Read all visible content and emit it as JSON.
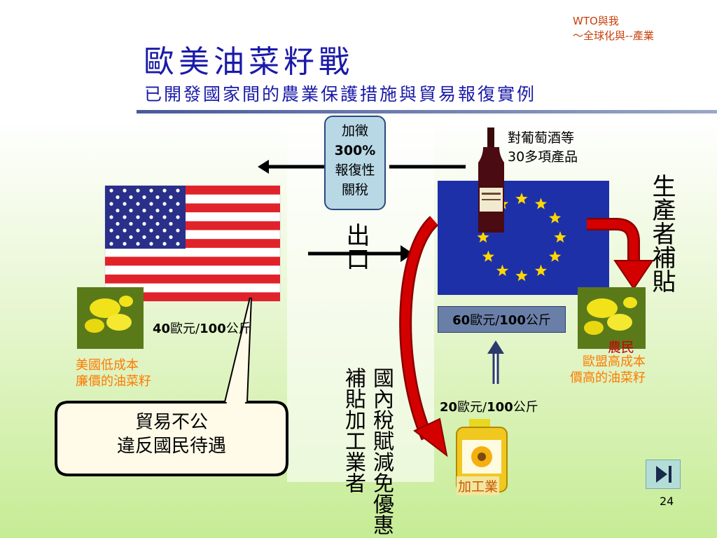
{
  "header": {
    "corner_line1": "WTO與我",
    "corner_line2": "～全球化與--產業",
    "title": "歐美油菜籽戰",
    "subtitle": "已開發國家間的農業保護措施與貿易報復實例"
  },
  "retaliation": {
    "line1": "加徵",
    "line2": "300%",
    "line3": "報復性",
    "line4": "關稅"
  },
  "wine_target": {
    "line1": "對葡萄酒等",
    "line2": "30多項產品"
  },
  "labels": {
    "export": "出口",
    "producer_subsidy": "生產者補貼",
    "domestic_subsidy": "國內稅賦減免優惠補貼加工業者"
  },
  "prices": {
    "us_bold1": "40",
    "us_text1": "歐元/",
    "us_bold2": "100",
    "us_text2": "公斤",
    "eu_bold1": "60",
    "eu_text1": "歐元/",
    "eu_bold2": "100",
    "eu_text2": "公斤",
    "proc_bold1": "20",
    "proc_text1": "歐元/",
    "proc_bold2": "100",
    "proc_text2": "公斤"
  },
  "us_label": {
    "line1": "美國低成本",
    "line2": "廉價的油菜籽"
  },
  "eu_label": {
    "farmer": "農民",
    "line1": "歐盟高成本",
    "line2": "價高的油菜籽"
  },
  "processor_label": "加工業",
  "callout": {
    "line1": "貿易不公",
    "line2": "違反國民待遇"
  },
  "footer": {
    "page_number": "24"
  },
  "colors": {
    "title": "#1a1aa8",
    "orange": "#ff7a00",
    "red_arrow": "#d40000",
    "eu_blue": "#1e30a8",
    "star": "#ffd700"
  },
  "icons": [
    "us-flag",
    "eu-flag",
    "wine-bottle",
    "rapeseed-flower",
    "oil-bottle",
    "next-slide-icon"
  ]
}
